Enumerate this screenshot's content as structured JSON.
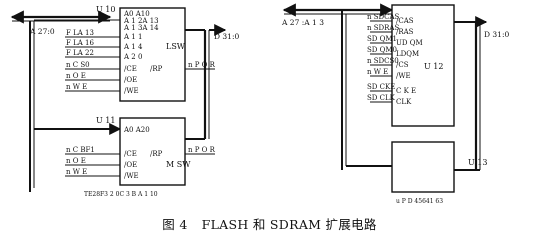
{
  "caption": {
    "figure_no": "图 4",
    "title": "FLASH 和 SDRAM 扩展电路"
  },
  "flash": {
    "addr_bus": "A 27:0",
    "data_bus": "D 31:0",
    "u10": {
      "ref": "U 10",
      "chip_label": "LSW",
      "pin_rp": "/RP",
      "left_pins": [
        "A0 A10",
        "A 1 2A 13",
        "A 1 3A 14",
        "A 1 1",
        "A 1 4",
        "A 2 0",
        "/CE",
        "/OE",
        "/WE"
      ],
      "ext_left": [
        "F LA 13",
        "F LA 16",
        "F LA 22",
        "n C S0",
        "n O E",
        "n W E"
      ],
      "ext_rp": "n P O R"
    },
    "u11": {
      "ref": "U 11",
      "chip_label": "M SW",
      "pin_rp": "/RP",
      "left_pins": [
        "A0 A20",
        "/CE",
        "/OE",
        "/WE"
      ],
      "ext_left": [
        "n C BF1",
        "n O E",
        "n W E"
      ],
      "ext_rp": "n P O R",
      "part_no": "TE28F3 2 0C 3 B A 1 10"
    }
  },
  "sdram": {
    "addr_bus": "A 27 :A 1 3",
    "data_bus": "D 31:0",
    "u12": {
      "ref": "U 12",
      "ext_left": [
        "n SDCAS",
        "n SDRAS",
        "SD QM1",
        "SD QM0",
        "n SDCS0",
        "n W E",
        "SD CKE",
        "SD CLK"
      ],
      "pins": [
        "/CAS",
        "/RAS",
        "UD QM",
        "LDQM",
        "/CS",
        "/WE",
        "C K E",
        "CLK"
      ]
    },
    "u13": {
      "ref": "U 13",
      "part_no": "u P D 45641 63"
    }
  }
}
